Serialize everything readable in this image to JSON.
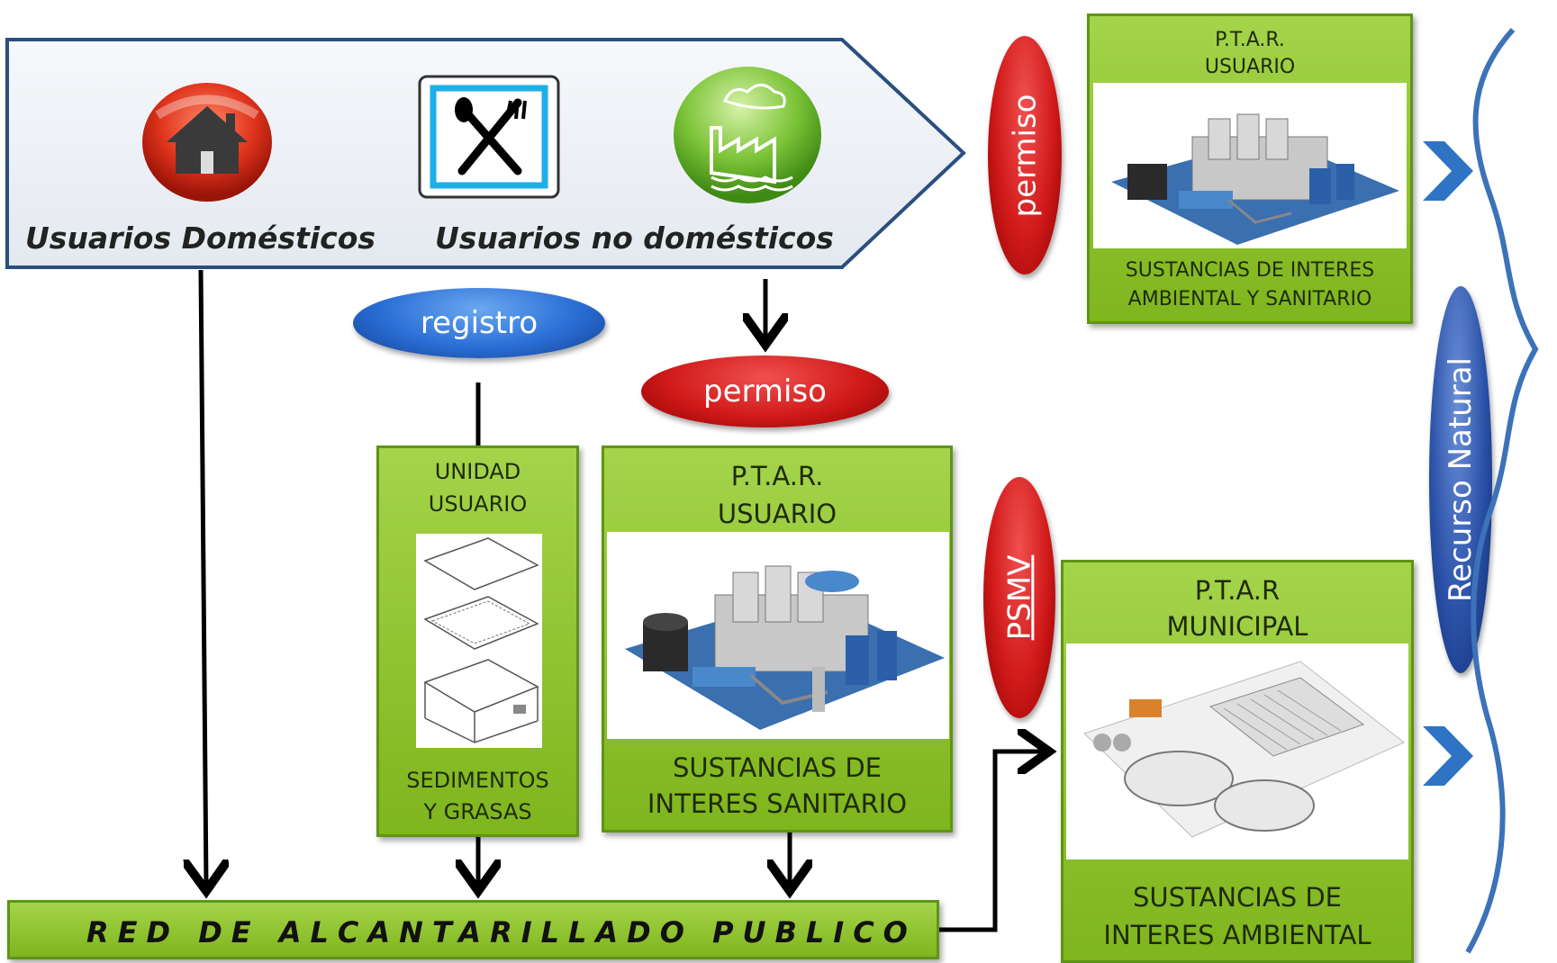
{
  "banner": {
    "domestic_label": "Usuarios Domésticos",
    "non_domestic_label": "Usuarios no domésticos"
  },
  "pills": {
    "registro": "registro",
    "permiso_mid": "permiso",
    "permiso_top": "permiso",
    "psmv": "PSMV",
    "recurso": "Recurso Natural"
  },
  "ptar_top": {
    "title": "P.T.A.R.",
    "subtitle": "USUARIO",
    "footer_line1": "SUSTANCIAS DE INTERES",
    "footer_line2": "AMBIENTAL Y SANITARIO"
  },
  "unidad": {
    "title1": "UNIDAD",
    "title2": "USUARIO",
    "footer1": "SEDIMENTOS",
    "footer2": "Y GRASAS"
  },
  "ptar_mid": {
    "title": "P.T.A.R.",
    "subtitle": "USUARIO",
    "footer1": "SUSTANCIAS DE",
    "footer2": "INTERES SANITARIO"
  },
  "ptar_municipal": {
    "title": "P.T.A.R",
    "subtitle": "MUNICIPAL",
    "footer1": "SUSTANCIAS DE",
    "footer2": "INTERES AMBIENTAL"
  },
  "red": {
    "label": "RED DE ALCANTARILLADO PUBLICO"
  },
  "icons": {
    "house": "house-icon",
    "restaurant": "restaurant-icon",
    "factory": "factory-icon"
  },
  "colors": {
    "green": "#8cc232",
    "red": "#d11a1a",
    "blue": "#2a6ed6",
    "navy": "#1f3f8a"
  }
}
